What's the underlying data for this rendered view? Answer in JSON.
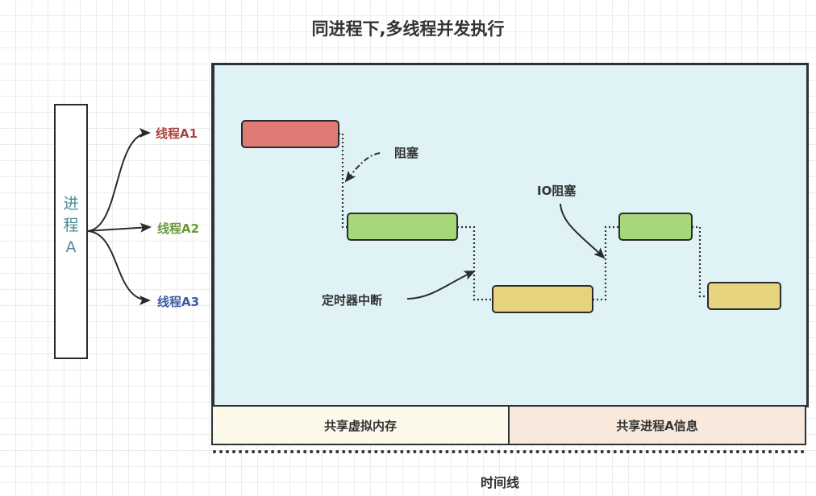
{
  "title": "同进程下,多线程并发执行",
  "process": {
    "label": "进程A",
    "color": "#4a8a99"
  },
  "threads": [
    {
      "id": "A1",
      "label": "线程A1",
      "color": "#a94442",
      "block_color": "#e07a74"
    },
    {
      "id": "A2",
      "label": "线程A2",
      "color": "#6a9a3a",
      "block_color": "#a6d87a"
    },
    {
      "id": "A3",
      "label": "线程A3",
      "color": "#3a5aa0",
      "block_color": "#e6d37e"
    }
  ],
  "annotations": {
    "block": "阻塞",
    "timer_interrupt": "定时器中断",
    "io_block": "IO阻塞"
  },
  "shared": {
    "memory": "共享虚拟内存",
    "process_info": "共享进程A信息"
  },
  "timeline_label": "时间线",
  "execution_sequence": [
    "A1",
    "A2",
    "A3",
    "A2",
    "A3"
  ],
  "colors": {
    "panel_bg": "#dff3f6",
    "border": "#2d3236",
    "shared_memory_bg": "#fcf8ea",
    "shared_info_bg": "#f8e9dc"
  }
}
